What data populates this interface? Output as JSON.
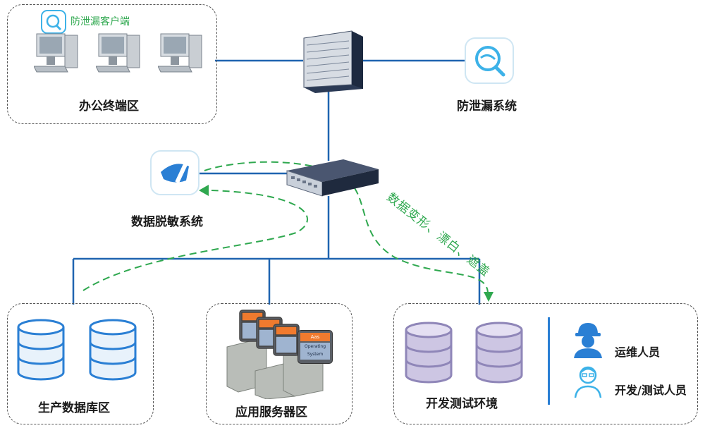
{
  "zones": {
    "office": {
      "label": "办公终端区",
      "client_label": "防泄漏客户端"
    },
    "production": {
      "label": "生产数据库区"
    },
    "app": {
      "label": "应用服务器区",
      "card_title": "Aas",
      "card_text": "Operating System"
    },
    "dev": {
      "label": "开发测试环境"
    }
  },
  "systems": {
    "dlp": {
      "label": "防泄漏系统"
    },
    "masking": {
      "label": "数据脱敏系统"
    }
  },
  "flow_label": "数据变形、漂白、遮盖",
  "personnel": {
    "ops": "运维人员",
    "dev": "开发/测试人员"
  },
  "icons": {
    "workstation": "desktop-computer-icon",
    "core_switch": "rack-switch-icon",
    "access_switch": "network-switch-icon",
    "dlp": "magnifier-icon",
    "masking": "shield-mask-icon",
    "database": "database-cylinder-icon",
    "server": "server-stack-icon",
    "ops_person": "worker-helmet-icon",
    "dev_person": "developer-outline-icon"
  },
  "colors": {
    "wire": "#1f64b0",
    "flow": "#2fa84f",
    "db_blue": "#2a7fd4",
    "db_purple": "#8f86b8",
    "icon_cyan": "#3db2e8"
  }
}
